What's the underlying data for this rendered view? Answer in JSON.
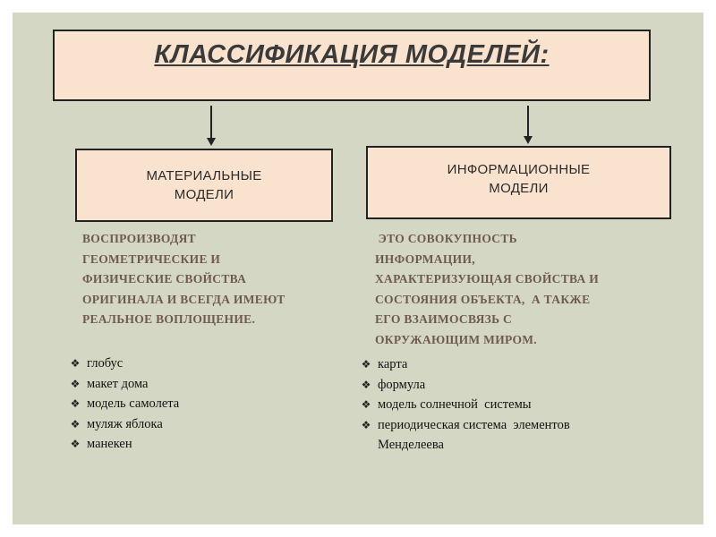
{
  "title": "КЛАССИФИКАЦИЯ МОДЕЛЕЙ:",
  "left": {
    "box_line1": "МАТЕРИАЛЬНЫЕ",
    "box_line2": "МОДЕЛИ",
    "desc": [
      "ВОСПРОИЗВОДЯТ",
      "ГЕОМЕТРИЧЕСКИЕ И",
      "ФИЗИЧЕСКИЕ СВОЙСТВА",
      "ОРИГИНАЛА И ВСЕГДА ИМЕЮТ",
      "РЕАЛЬНОЕ ВОПЛОЩЕНИЕ."
    ],
    "examples": [
      "глобус",
      "макет дома",
      "модель самолета",
      "муляж яблока",
      "манекен"
    ]
  },
  "right": {
    "box_line1": "ИНФОРМАЦИОННЫЕ",
    "box_line2": "МОДЕЛИ",
    "desc": [
      " ЭТО СОВОКУПНОСТЬ",
      "ИНФОРМАЦИИ,",
      "ХАРАКТЕРИЗУЮЩАЯ СВОЙСТВА И",
      "СОСТОЯНИЯ ОБЪЕКТА,  А ТАКЖЕ",
      "ЕГО ВЗАИМОСВЯЗЬ С",
      "ОКРУЖАЮЩИМ МИРОМ."
    ],
    "examples": [
      "карта",
      "формула",
      "модель солнечной  системы",
      "периодическая система  элементов"
    ],
    "examples_cont": "Менделеева"
  },
  "bullet_icon": "diamond-bullet-icon"
}
